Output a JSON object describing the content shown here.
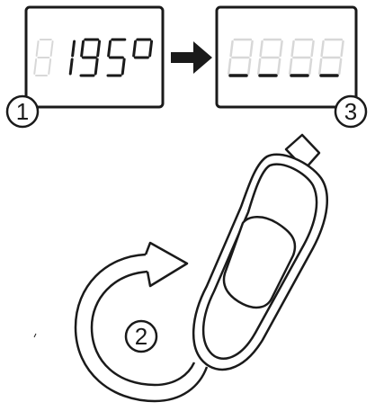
{
  "display_before": {
    "reading": "195",
    "degree_symbol": "°",
    "ghost_digit": "8"
  },
  "display_after": {
    "reading": "----",
    "ghost_digits": "8888"
  },
  "callouts": [
    {
      "number": "1"
    },
    {
      "number": "2"
    },
    {
      "number": "3"
    }
  ],
  "icons": {
    "arrow": "right-arrow-icon",
    "rotation": "rotate-arrow-icon",
    "sensor": "tire-pressure-sensor-icon"
  },
  "colors": {
    "outline": "#1a1a1a",
    "ghost_segment": "#d8d8d8",
    "background": "#ffffff"
  }
}
